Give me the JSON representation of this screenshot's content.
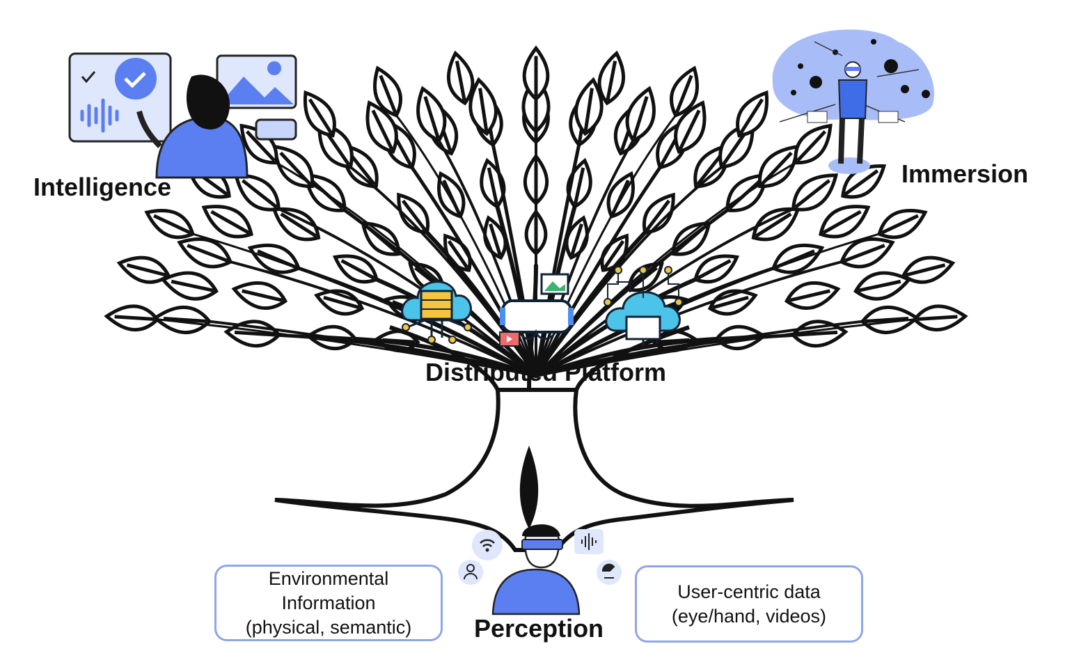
{
  "labels": {
    "intelligence": "Intelligence",
    "immersion": "Immersion",
    "platform": "Distributed Platform",
    "perception": "Perception"
  },
  "boxes": {
    "environmental": [
      "Environmental",
      "Information",
      "(physical, semantic)"
    ],
    "user_centric": [
      "User-centric data",
      "(eye/hand, videos)"
    ]
  },
  "colors": {
    "accent_blue": "#5b7ff0",
    "light_blue": "#c9d6fb",
    "box_border": "#8fa6e6",
    "cyan": "#4cc3e8",
    "yellow": "#f5c542"
  }
}
